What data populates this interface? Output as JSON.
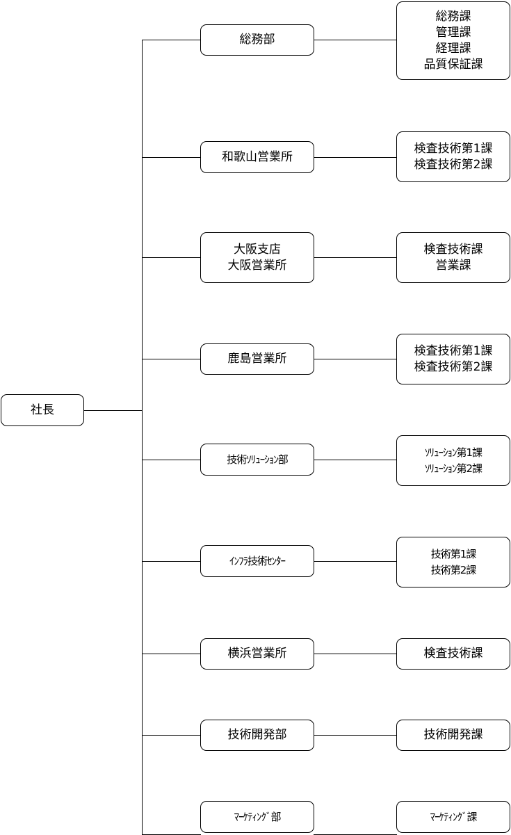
{
  "president": {
    "label": "社長"
  },
  "departments": [
    {
      "name": [
        "総務部"
      ],
      "sections": [
        "総務課",
        "管理課",
        "経理課",
        "品質保証課"
      ]
    },
    {
      "name": [
        "和歌山営業所"
      ],
      "sections": [
        "検査技術第1課",
        "検査技術第2課"
      ]
    },
    {
      "name": [
        "大阪支店",
        "大阪営業所"
      ],
      "sections": [
        "検査技術課",
        "営業課"
      ]
    },
    {
      "name": [
        "鹿島営業所"
      ],
      "sections": [
        "検査技術第1課",
        "検査技術第2課"
      ]
    },
    {
      "name": [
        "技術ｿﾘｭｰｼｮﾝ部"
      ],
      "sections": [
        "ｿﾘｭｰｼｮﾝ第1課",
        "ｿﾘｭｰｼｮﾝ第2課"
      ]
    },
    {
      "name": [
        "ｲﾝﾌﾗ技術ｾﾝﾀｰ"
      ],
      "sections": [
        "技術第1課",
        "技術第2課"
      ]
    },
    {
      "name": [
        "横浜営業所"
      ],
      "sections": [
        "検査技術課"
      ]
    },
    {
      "name": [
        "技術開発部"
      ],
      "sections": [
        "技術開発課"
      ]
    },
    {
      "name": [
        "ﾏｰｹﾃｨﾝｸﾞ部"
      ],
      "sections": [
        "ﾏｰｹﾃｨﾝｸﾞ課"
      ]
    }
  ]
}
